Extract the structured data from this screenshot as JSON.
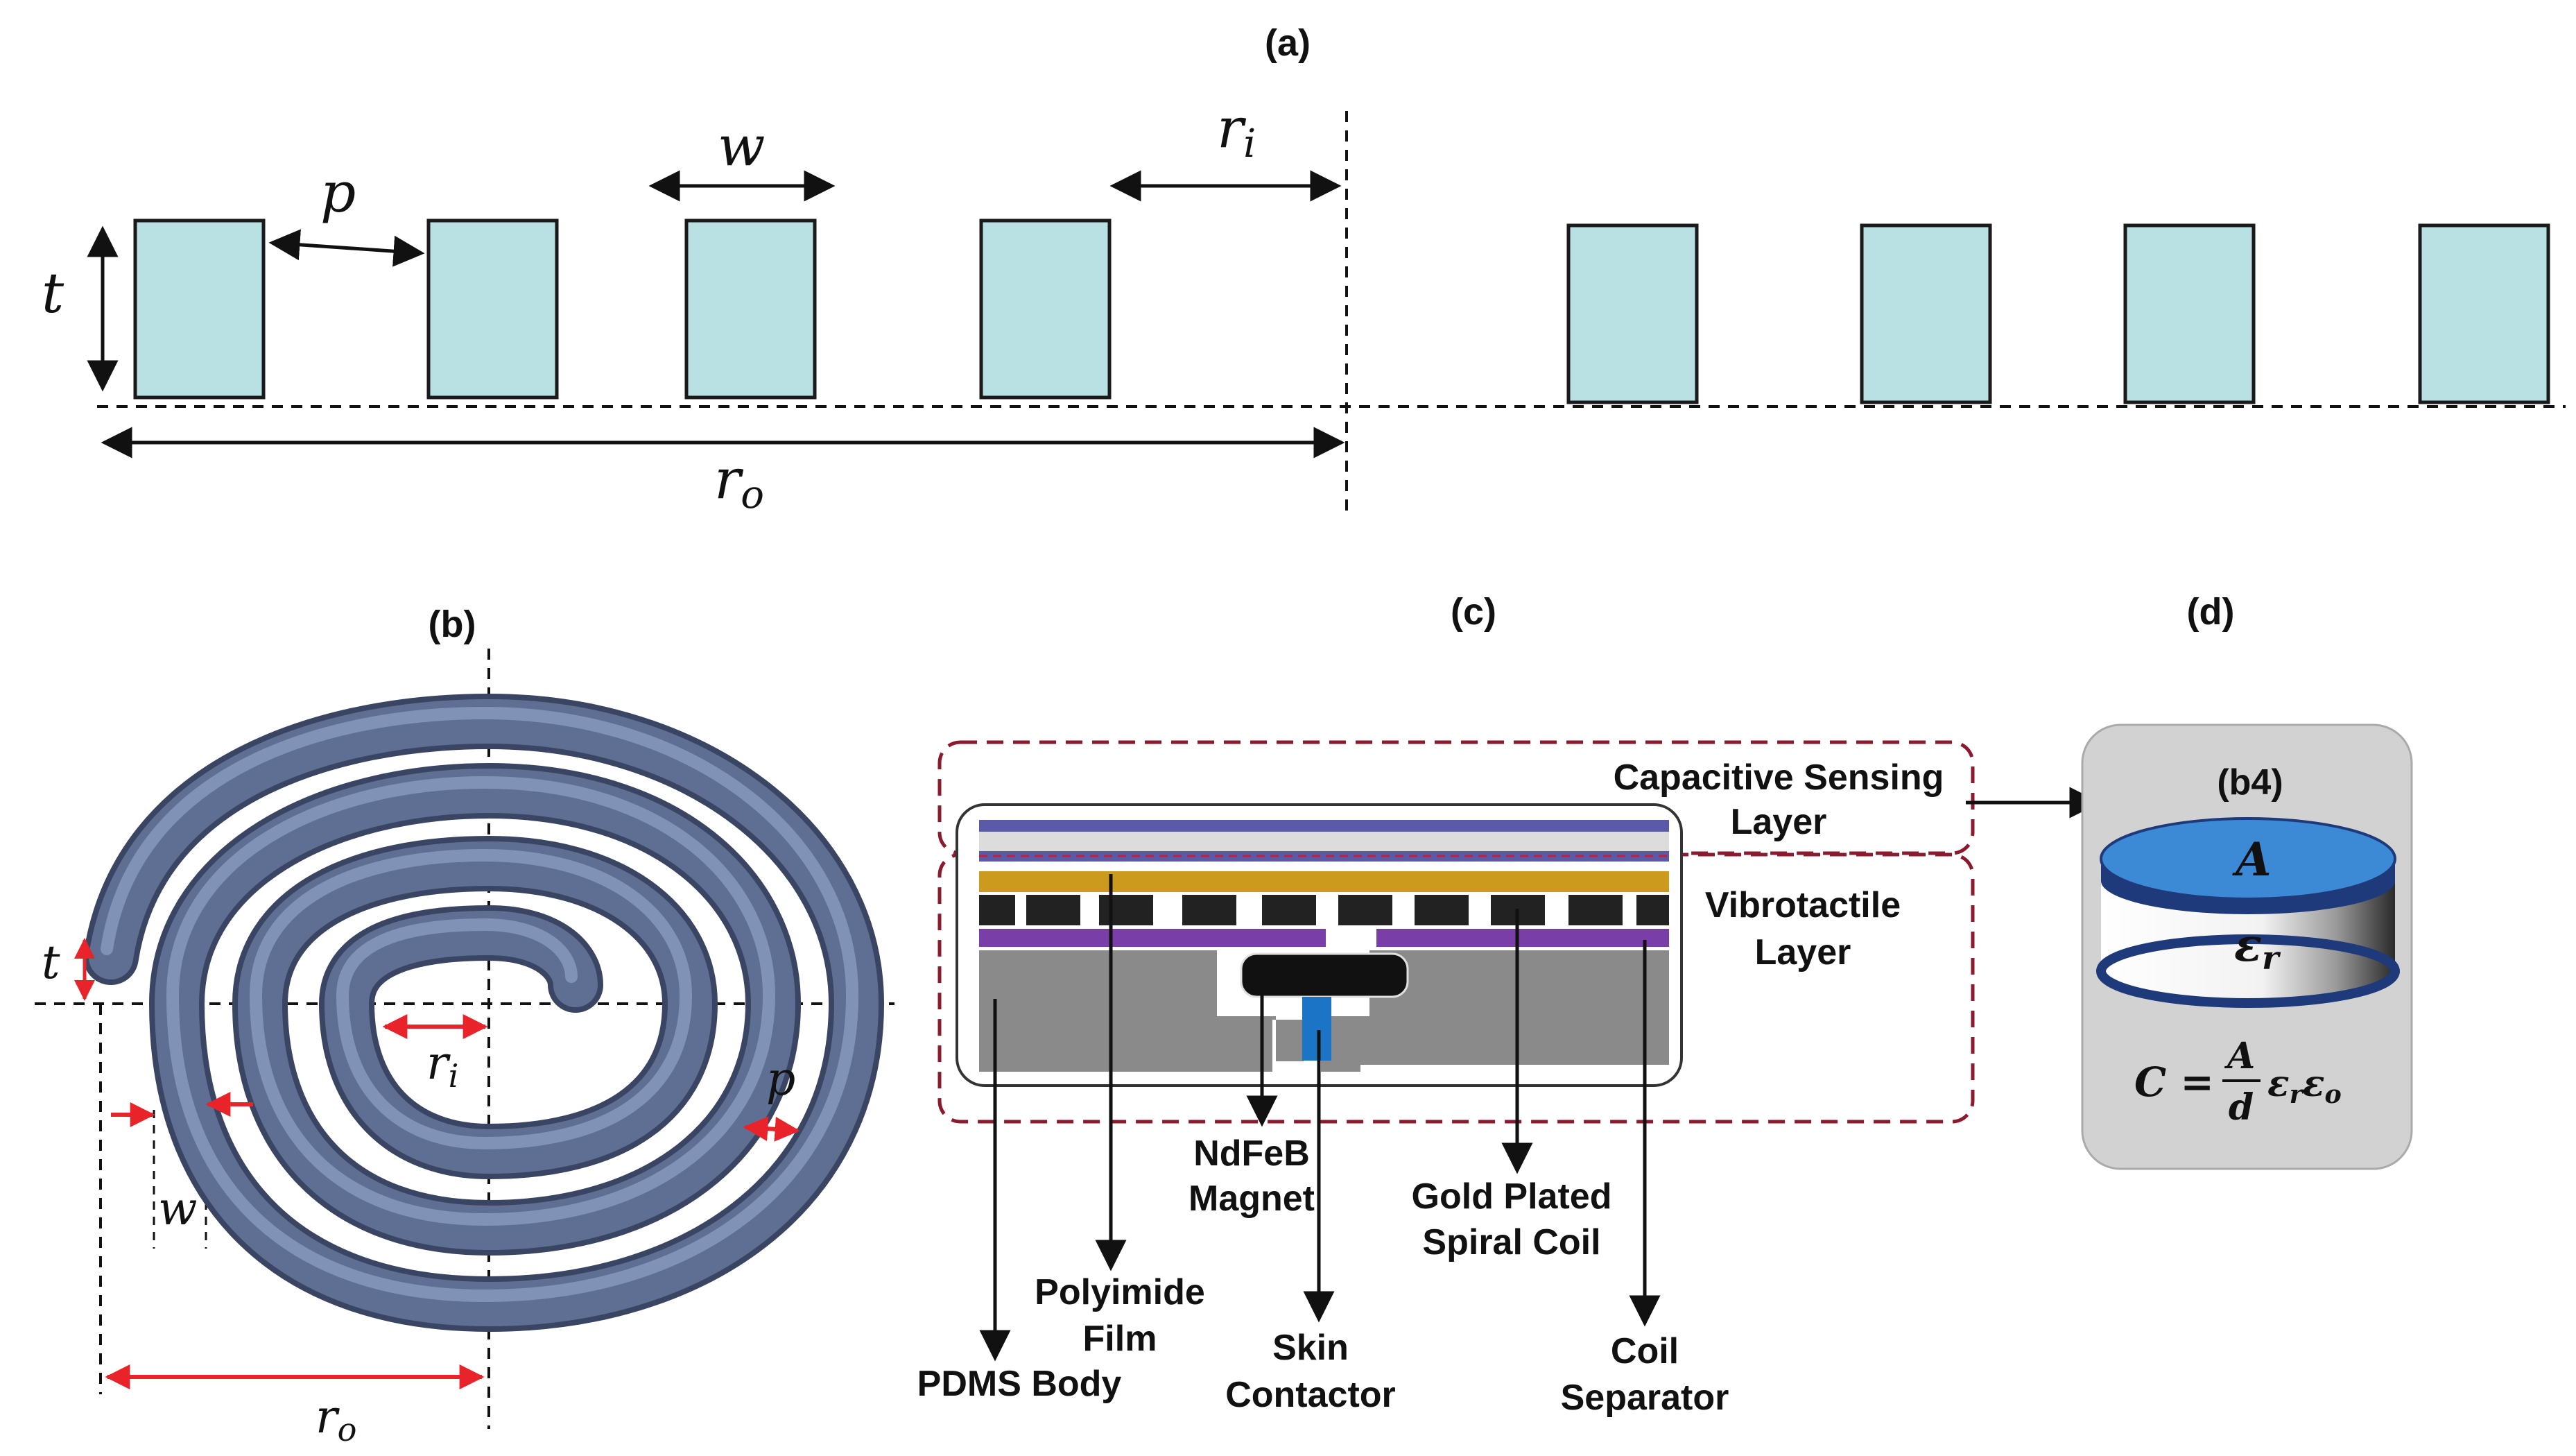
{
  "panels": {
    "a": "(a)",
    "b": "(b)",
    "c": "(c)",
    "d": "(d)"
  },
  "panel_a": {
    "symbols": {
      "t": "t",
      "p": "p",
      "w": "w",
      "r": "r",
      "i": "i",
      "o": "o"
    }
  },
  "panel_b": {
    "symbols": {
      "t": "t",
      "w": "w",
      "p": "p",
      "r": "r",
      "i": "i",
      "o": "o"
    }
  },
  "panel_c": {
    "labels": {
      "capacitive_1": "Capacitive Sensing",
      "capacitive_2": "Layer",
      "vibro_1": "Vibrotactile",
      "vibro_2": "Layer",
      "ndfeb_1": "NdFeB",
      "ndfeb_2": "Magnet",
      "gold_1": "Gold Plated",
      "gold_2": "Spiral Coil",
      "polyimide_1": "Polyimide",
      "polyimide_2": "Film",
      "skin_1": "Skin",
      "skin_2": "Contactor",
      "coil_1": "Coil",
      "coil_2": "Separator",
      "pdms": "PDMS Body"
    }
  },
  "panel_d": {
    "label": "(b4)",
    "area": "A",
    "epsilon": "ε",
    "r": "r",
    "formula_lhs": "C =",
    "formula_num": "A",
    "formula_den": "d",
    "formula_eps": "ε",
    "formula_o": "o"
  },
  "colors": {
    "electrode_cyan": "#b9e1e4",
    "spiral_blue": "#5f6f93",
    "dimension_red": "#e8232a",
    "dashed_box": "#8b1a2e",
    "gold": "#cc9a1c",
    "purple": "#7a3ea8",
    "pdms_gray": "#8a8a8a",
    "skin_blue": "#1b74c6",
    "cap_top_blue": "#3c8ad6",
    "panel_d_bg": "#d2d2d2"
  }
}
